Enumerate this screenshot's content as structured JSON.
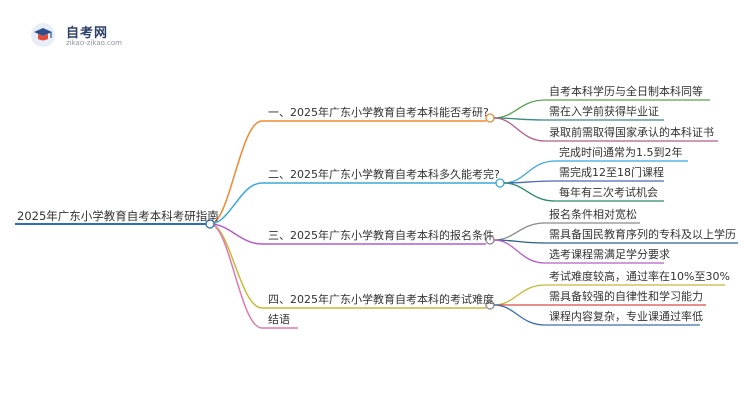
{
  "logo": {
    "name": "自考网",
    "url": "zikao-zikao.com",
    "icon": "graduation-cap-icon"
  },
  "mindmap": {
    "root": "2025年广东小学教育自考本科考研指南",
    "colors": {
      "root": "#2c6fb7",
      "branch1": "#f0882f",
      "branch2": "#3ba7d9",
      "branch3": "#b85cc9",
      "branch4": "#c8b938"
    },
    "branches": [
      {
        "label": "一、2025年广东小学教育自考本科能否考研?",
        "children": [
          "自考本科学历与全日制本科同等",
          "需在入学前获得毕业证",
          "录取前需取得国家承认的本科证书"
        ]
      },
      {
        "label": "二、2025年广东小学教育自考本科多久能考完?",
        "children": [
          "完成时间通常为1.5到2年",
          "需完成12至18门课程",
          "每年有三次考试机会"
        ]
      },
      {
        "label": "三、2025年广东小学教育自考本科的报名条件",
        "children": [
          "报名条件相对宽松",
          "需具备国民教育序列的专科及以上学历",
          "选考课程需满足学分要求"
        ]
      },
      {
        "label": "四、2025年广东小学教育自考本科的考试难度",
        "children": [
          "考试难度较高，通过率在10%至30%",
          "需具备较强的自律性和学习能力",
          "课程内容复杂，专业课通过率低"
        ]
      },
      {
        "label": "结语",
        "children": []
      }
    ]
  }
}
